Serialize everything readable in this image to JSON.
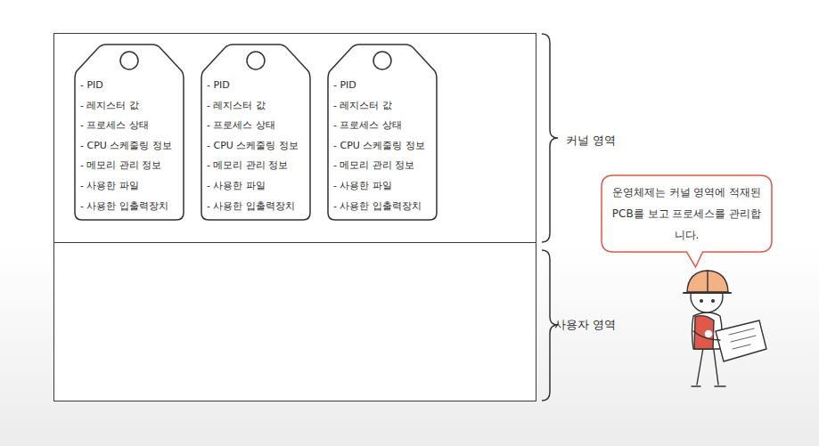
{
  "diagram": {
    "nodes": [
      {
        "text": [
          "커널 영역"
        ]
      },
      {
        "text": [
          "사용자 영역"
        ]
      },
      {
        "text": [
          "- PID",
          "- 레지스터 값",
          "- 프로세스 상태",
          "- CPU 스케줄링 정보",
          "- 메모리 관리 정보",
          "- 사용한 파일",
          "- 사용한 입출력장치"
        ],
        "in": 0
      },
      {
        "text": [
          "- PID",
          "- 레지스터 값",
          "- 프로세스 상태",
          "- CPU 스케줄링 정보",
          "- 메모리 관리 정보",
          "- 사용한 파일",
          "- 사용한 입출력장치"
        ],
        "in": 0
      },
      {
        "text": [
          "- PID",
          "- 레지스터 값",
          "- 프로세스 상태",
          "- CPU 스케줄링 정보",
          "- 메모리 관리 정보",
          "- 사용한 파일",
          "- 사용한 입출력장치"
        ],
        "in": 0
      },
      {
        "text": [
          "운영체제는 커널 영역에 적재된 PCB를 보고 프로세스를 관리합니다."
        ]
      }
    ],
    "labels": [
      "• • •"
    ]
  }
}
